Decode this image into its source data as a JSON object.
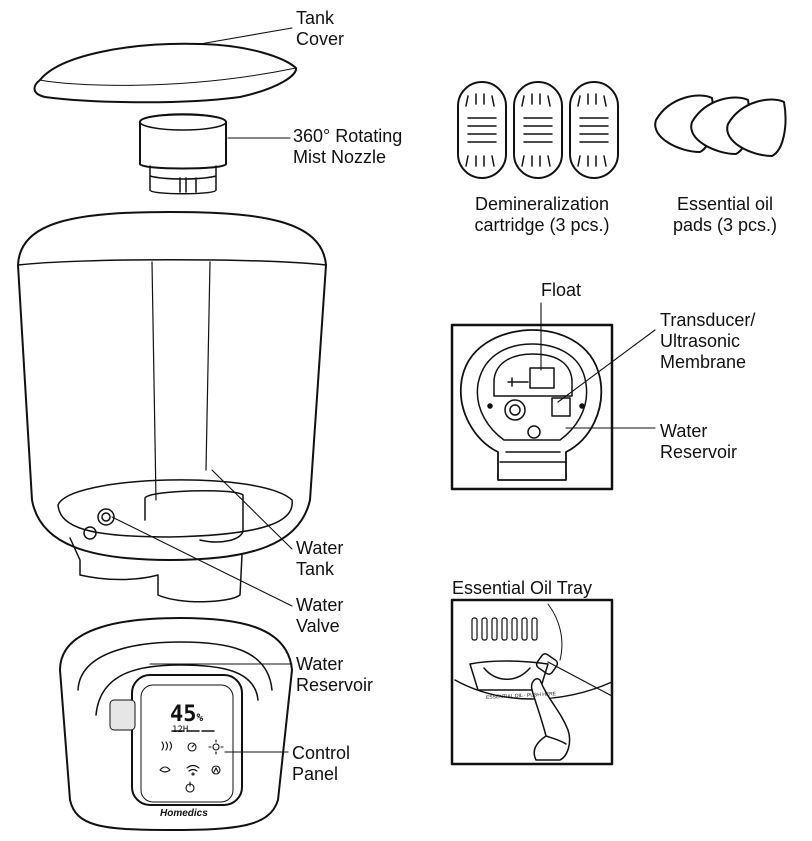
{
  "labels": {
    "tank_cover": [
      "Tank",
      "Cover"
    ],
    "mist_nozzle": [
      "360° Rotating",
      "Mist Nozzle"
    ],
    "water_tank": [
      "Water",
      "Tank"
    ],
    "water_valve": [
      "Water",
      "Valve"
    ],
    "water_reservoir_main": [
      "Water",
      "Reservoir"
    ],
    "control_panel": [
      "Control",
      "Panel"
    ],
    "demineralization": [
      "Demineralization",
      "cartridge (3 pcs.)"
    ],
    "essential_oil_pads": [
      "Essential oil",
      "pads (3 pcs.)"
    ],
    "float": "Float",
    "transducer": [
      "Transducer/",
      "Ultrasonic",
      "Membrane"
    ],
    "water_reservoir_detail": [
      "Water",
      "Reservoir"
    ],
    "essential_oil_tray": "Essential Oil Tray"
  },
  "display": {
    "humidity": "45",
    "unit": "%",
    "timer": "12H"
  },
  "brand": "Homedics",
  "tray_text": "ESSENTIAL OIL · PUSH HERE",
  "colors": {
    "line": "#111111",
    "background": "#ffffff",
    "shade": "#e6e6e6"
  },
  "icons": [
    "heat-icon",
    "timer-icon",
    "light-icon",
    "mist-icon",
    "wifi-icon",
    "auto-icon",
    "power-icon"
  ]
}
